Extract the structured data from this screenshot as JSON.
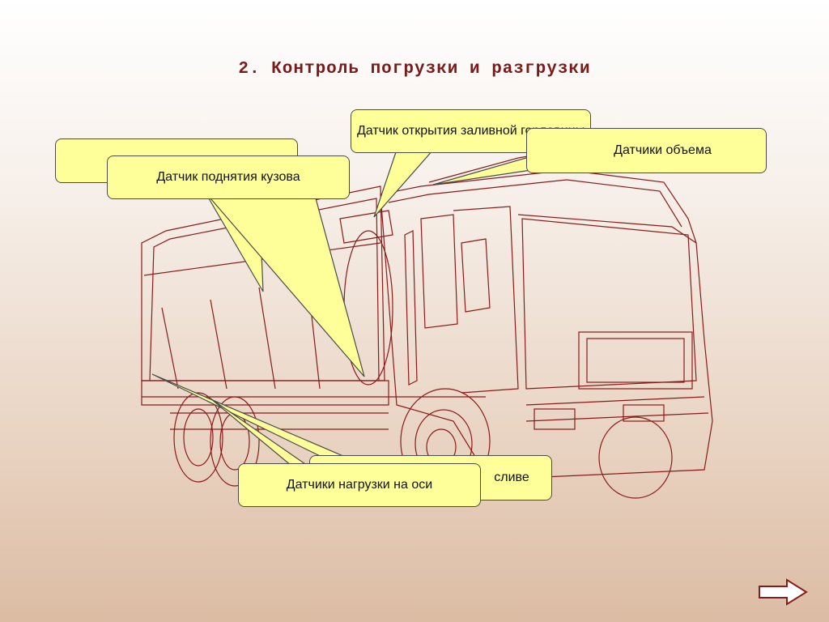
{
  "title": "2. Контроль погрузки и разгрузки",
  "callouts": {
    "filler_opening": "Датчик открытия заливной горловины",
    "volume": "Датчики объема",
    "body_lift": "Датчик поднятия кузова",
    "drain": "сливе",
    "axle_load": "Датчики нагрузки на оси"
  },
  "colors": {
    "callout_fill": "#ffff99",
    "outline": "#8b1a1a",
    "title": "#7a1a1a"
  },
  "icons": {
    "next": "right-arrow-icon"
  }
}
